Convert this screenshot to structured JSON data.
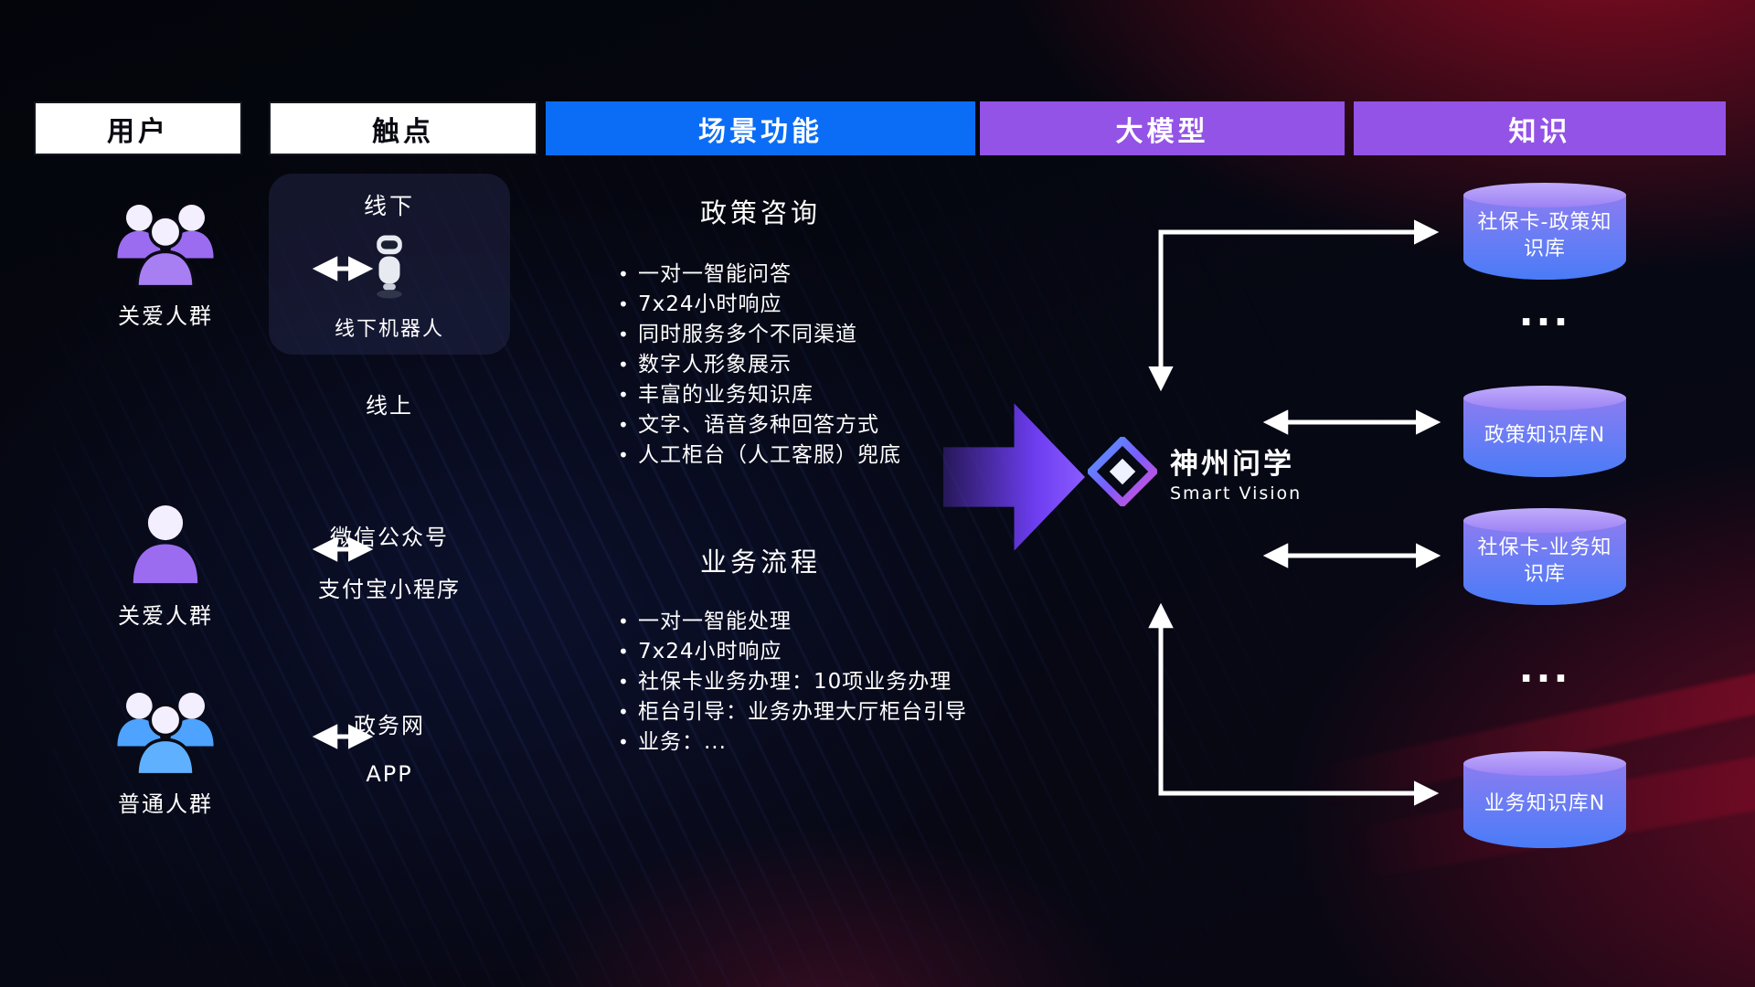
{
  "header": {
    "columns": [
      {
        "label": "用户"
      },
      {
        "label": "触点"
      },
      {
        "label": "场景功能"
      },
      {
        "label": "大模型"
      },
      {
        "label": "知识"
      }
    ]
  },
  "users": [
    {
      "label": "关爱人群",
      "icon": "user-group-icon",
      "color": "#9b6cf0"
    },
    {
      "label": "关爱人群",
      "icon": "user-icon",
      "color": "#9b6cf0"
    },
    {
      "label": "普通人群",
      "icon": "user-group-icon",
      "color": "#4da3ff"
    }
  ],
  "touchpoints": {
    "offline": {
      "title": "线下",
      "robot_icon": "robot-icon",
      "robot_label": "线下机器人"
    },
    "online_title": "线上",
    "channels": [
      "微信公众号",
      "支付宝小程序",
      "政务网",
      "APP"
    ]
  },
  "scenes": [
    {
      "title": "政策咨询",
      "items": [
        "一对一智能问答",
        "7x24小时响应",
        "同时服务多个不同渠道",
        "数字人形象展示",
        "丰富的业务知识库",
        "文字、语音多种回答方式",
        "人工柜台（人工客服）兜底"
      ]
    },
    {
      "title": "业务流程",
      "items": [
        "一对一智能处理",
        "7x24小时响应",
        "社保卡业务办理：10项业务办理",
        "柜台引导：业务办理大厅柜台引导",
        "业务：..."
      ]
    }
  ],
  "model": {
    "name": "神州问学",
    "subtitle": "Smart Vision",
    "logo_icon": "diamond-logo-icon"
  },
  "knowledge": {
    "databases": [
      "社保卡-政策知识库",
      "政策知识库N",
      "社保卡-业务知识库",
      "业务知识库N"
    ],
    "ellipsis_1": "...",
    "ellipsis_2": "..."
  },
  "colors": {
    "header_blue": "#0b6df6",
    "header_purple": "#9353e6",
    "cylinder_top": "#c0abfb",
    "cylinder_bottom": "#4a7bf7",
    "flow_arrow_purple": "#6d3df0",
    "user_purple": "#9b6cf0",
    "user_blue": "#4da3ff",
    "background_red": "#c8102e",
    "connector_white": "#ffffff"
  }
}
